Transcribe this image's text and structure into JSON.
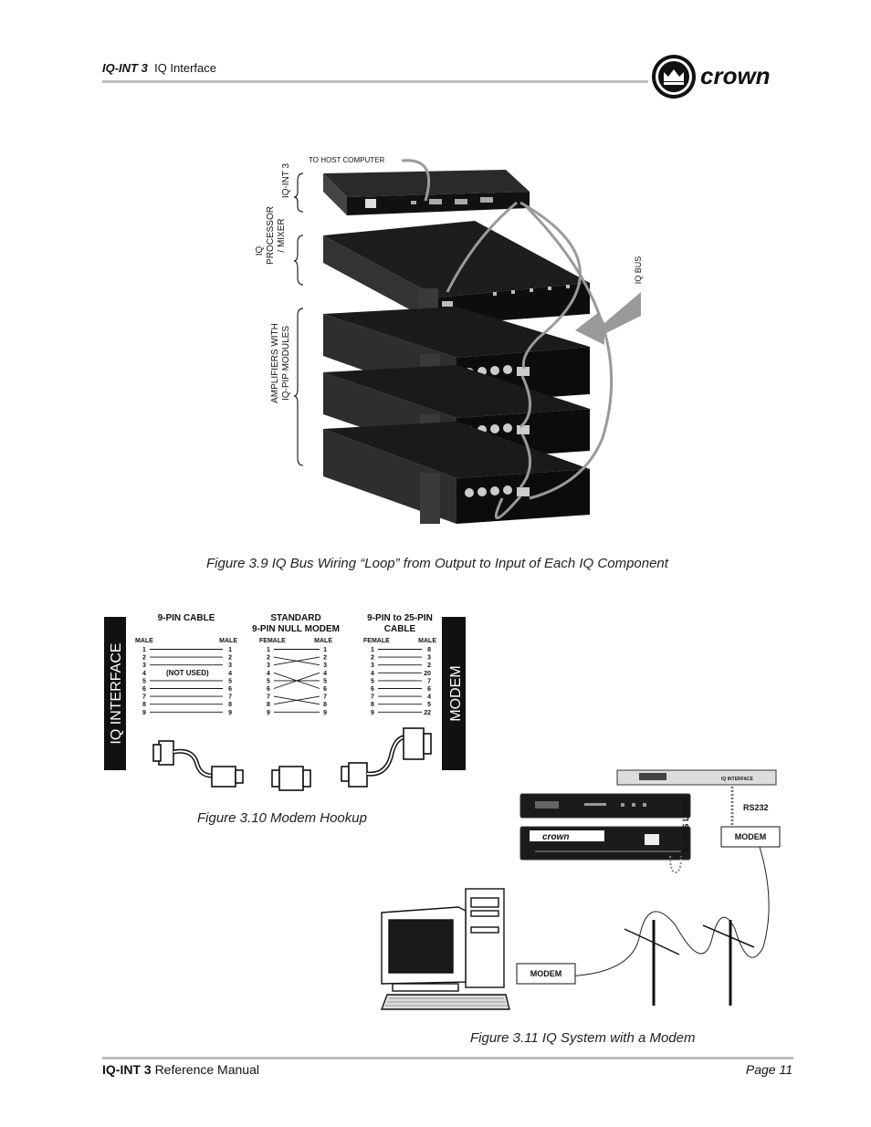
{
  "header": {
    "product": "IQ-INT 3",
    "section": "IQ Interface",
    "brand": "crown"
  },
  "figure_3_9": {
    "caption": "Figure 3.9 IQ Bus Wiring “Loop” from Output to Input of Each IQ Component",
    "labels": {
      "iq_int_3": "IQ-INT 3",
      "processor_l1": "IQ",
      "processor_l2": "PROCESSOR",
      "processor_l3": "/ MIXER",
      "amps_l1": "AMPLIFIERS WITH",
      "amps_l2": "IQ-PIP MODULES",
      "host": "TO HOST COMPUTER",
      "iq_bus": "IQ BUS"
    }
  },
  "figure_3_10": {
    "caption": "Figure 3.10 Modem Hookup",
    "left_bar": "IQ INTERFACE",
    "right_bar": "MODEM",
    "not_used": "(NOT USED)",
    "cables": [
      {
        "title_l1": "9-PIN CABLE",
        "title_l2": "",
        "left_header": "MALE",
        "right_header": "MALE",
        "left_pins": [
          "1",
          "2",
          "3",
          "4",
          "5",
          "6",
          "7",
          "8",
          "9"
        ],
        "right_pins": [
          "1",
          "2",
          "3",
          "4",
          "5",
          "6",
          "7",
          "8",
          "9"
        ]
      },
      {
        "title_l1": "STANDARD",
        "title_l2": "9-PIN NULL MODEM",
        "left_header": "FEMALE",
        "right_header": "MALE",
        "left_pins": [
          "1",
          "2",
          "3",
          "4",
          "5",
          "6",
          "7",
          "8",
          "9"
        ],
        "right_pins": [
          "1",
          "2",
          "3",
          "4",
          "5",
          "6",
          "7",
          "8",
          "9"
        ]
      },
      {
        "title_l1": "9-PIN to 25-PIN",
        "title_l2": "CABLE",
        "left_header": "FEMALE",
        "right_header": "MALE",
        "left_pins": [
          "1",
          "2",
          "3",
          "4",
          "5",
          "6",
          "7",
          "8",
          "9"
        ],
        "right_pins": [
          "8",
          "3",
          "2",
          "20",
          "7",
          "6",
          "4",
          "5",
          "22"
        ]
      }
    ]
  },
  "figure_3_11": {
    "caption": "Figure 3.11 IQ System with a Modem",
    "iq_bus_loop": "IQ BUS LOOP",
    "rs232": "RS232",
    "modem_top": "MODEM",
    "modem_bottom": "MODEM",
    "rack_brand": "crown",
    "rack_interface": "IQ INTERFACE"
  },
  "footer": {
    "product": "IQ-INT 3",
    "manual": "Reference Manual",
    "page": "Page 11"
  }
}
